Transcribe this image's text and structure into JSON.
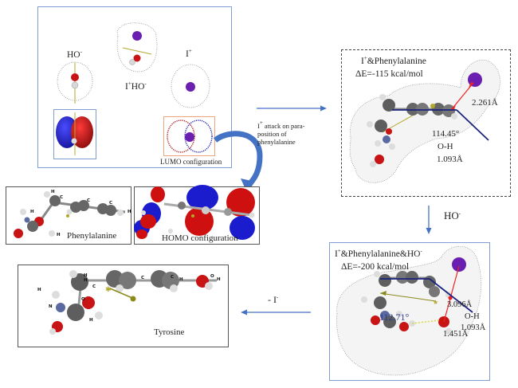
{
  "figure": {
    "reactants_panel": {
      "ho_label": "HO",
      "ho_charge": "-",
      "iho_label_i": "I",
      "iho_label_i_charge": "+",
      "iho_label_ho": "HO",
      "iho_label_ho_charge": "-",
      "i_label": "I",
      "i_charge": "+",
      "lumo_label": "LUMO configuration"
    },
    "attack_note": {
      "i": "I",
      "charge": "+",
      "text": " attack on para-position of phenylalanine"
    },
    "phenylalanine_panel": {
      "label": "Phenylalanine"
    },
    "homo_panel": {
      "label": "HOMO configuration"
    },
    "complex1_panel": {
      "title_i": "I",
      "title_charge": "+",
      "title_rest": "&Phenylalanine",
      "energy": "ΔE=-115 kcal/mol",
      "bond_distance": "2.261Å",
      "angle": "114.45°",
      "oh_label": "O-H",
      "oh_distance": "1.093Å"
    },
    "step_ho": {
      "label": "HO",
      "charge": "-"
    },
    "complex2_panel": {
      "title_i": "I",
      "title_charge": "+",
      "title_rest": "&Phenylalanine&HO",
      "title_charge2": "-",
      "energy": "ΔE=-200 kcal/mol",
      "i_distance": "3.096Å",
      "oh_label": "O-H",
      "oh_distance": "1.093Å",
      "co_distance": "1.451Å",
      "angle": "112.71°"
    },
    "step_minus_i": {
      "label": "- I",
      "charge": "-"
    },
    "tyrosine_panel": {
      "label": "Tyrosine"
    },
    "colors": {
      "arrow_blue": "#4472c4",
      "box_blue": "#7f9fd4",
      "orange": "#f0a27a",
      "iodine": "#6a1fb0",
      "oxygen": "#c81414",
      "nitrogen": "#5a6aa0",
      "carbon": "#5a5a5a",
      "lobe_blue": "#1c1ccf",
      "lobe_red": "#cf1010"
    },
    "atom_labels": {
      "h": "H",
      "c": "C",
      "o": "O",
      "n": "N"
    }
  }
}
